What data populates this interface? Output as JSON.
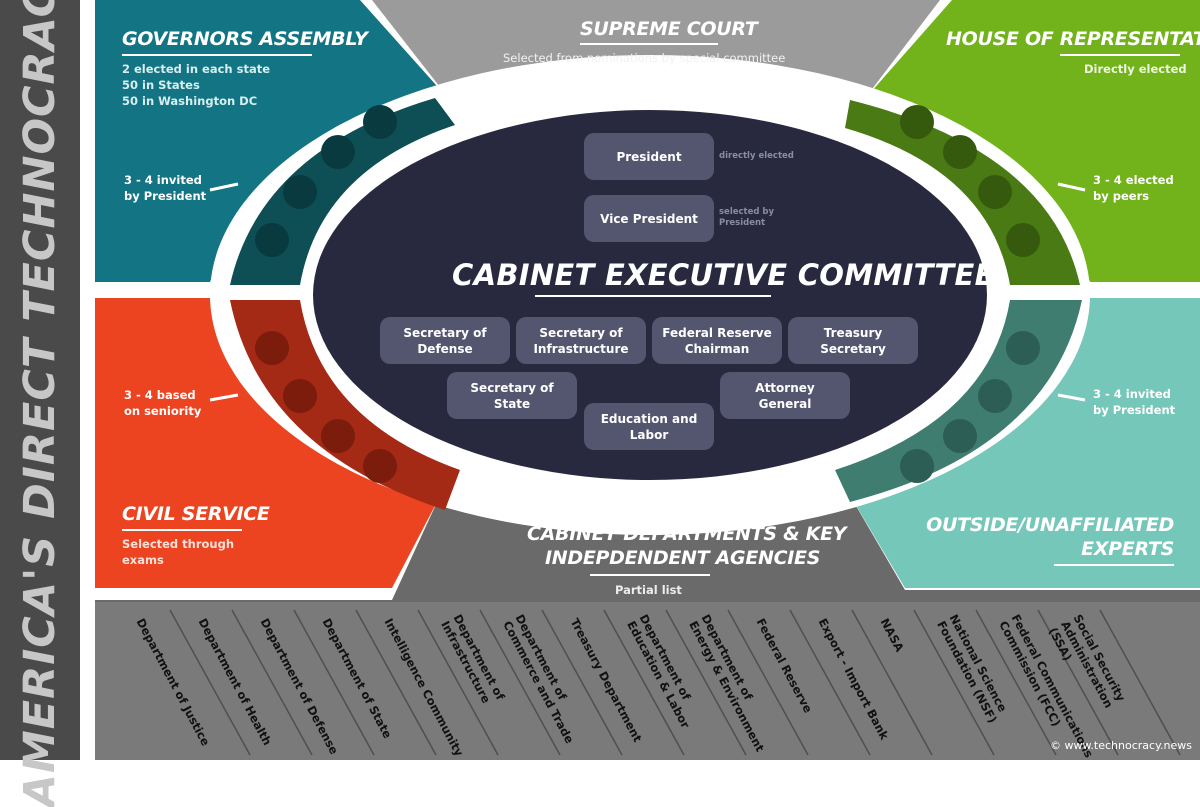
{
  "side_title": "AMERICA'S DIRECT TECHNOCRACY",
  "governors": {
    "title": "GOVERNORS ASSEMBLY",
    "lines": [
      "2 elected in each state",
      "50 in States",
      "50 in Washington DC"
    ],
    "tag": [
      "3 - 4 invited",
      "by President"
    ]
  },
  "supreme_court": {
    "title": "SUPREME COURT",
    "subtitle": "Selected from nominations by special committee"
  },
  "house": {
    "title": "HOUSE OF REPRESENTATIVES",
    "subtitle": "Directly elected",
    "tag": [
      "3 - 4 elected",
      "by peers"
    ]
  },
  "civil_service": {
    "title": "CIVIL SERVICE",
    "lines": [
      "Selected through",
      "exams"
    ],
    "tag": [
      "3 - 4 based",
      "on seniority"
    ]
  },
  "experts": {
    "title": [
      "OUTSIDE/UNAFFILIATED",
      "EXPERTS"
    ],
    "tag": [
      "3 - 4 invited",
      "by President"
    ]
  },
  "cabinet": {
    "title": "CABINET EXECUTIVE COMMITTEE",
    "president": {
      "label": "President",
      "note": "directly elected"
    },
    "vice_president": {
      "label": "Vice President",
      "note": "selected by\nPresident"
    },
    "members": [
      "Secretary of\nDefense",
      "Secretary of\nInfrastructure",
      "Federal Reserve\nChairman",
      "Treasury\nSecretary",
      "Secretary of\nState",
      "Attorney\nGeneral",
      "Education and\nLabor"
    ]
  },
  "departments": {
    "title": [
      "CABINET DEPARTMENTS & KEY",
      "INDEPDENDENT AGENCIES"
    ],
    "subtitle": "Partial list",
    "items": [
      "Department of Justice",
      "Department of Health",
      "Department of Defense",
      "Department of State",
      "Intelligence Community",
      "Department of\nInfrastructure",
      "Department of\nCommerce and Trade",
      "Treasury Department",
      "Department of\nEducation & Labor",
      "Department of\nEnergy & Environment",
      "Federal Reserve",
      "Export - Import Bank",
      "NASA",
      "National Science\nFoundation (NSF)",
      "Federal Communications\nCommission (FCC)",
      "Social Security\nAdministration (SSA)"
    ]
  },
  "credit": "© www.technocracy.news",
  "colors": {
    "governors": "#137584",
    "governors_band": "#0e4f56",
    "supreme": "#9b9b9b",
    "house": "#72b21b",
    "house_band": "#4a7a14",
    "civil": "#ec4421",
    "civil_band": "#a52a15",
    "experts": "#75c7b9",
    "experts_band": "#3f7d71",
    "departments": "#6a6a6a",
    "ellipse": "#28293f",
    "box": "#545670"
  }
}
